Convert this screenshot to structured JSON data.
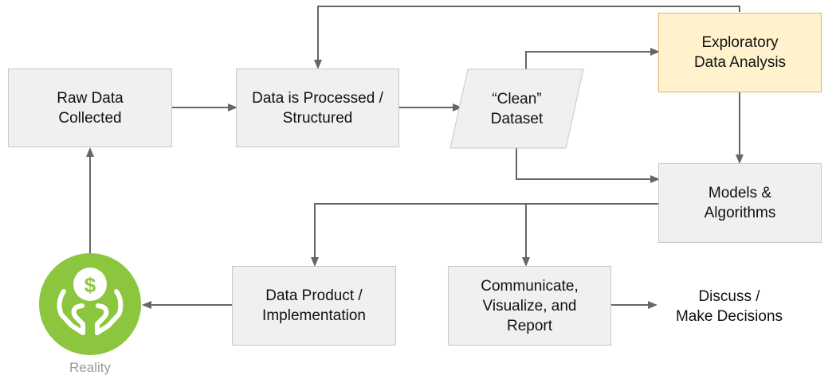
{
  "nodes": {
    "raw_data": "Raw Data\nCollected",
    "processed": "Data is Processed /\nStructured",
    "clean_dataset": "“Clean”\nDataset",
    "eda": "Exploratory\nData Analysis",
    "models": "Models &\nAlgorithms",
    "data_product": "Data Product /\nImplementation",
    "communicate": "Communicate,\nVisualize, and\nReport",
    "discuss": "Discuss /\nMake Decisions"
  },
  "reality": {
    "label": "Reality",
    "icon": "money-hands-icon",
    "glyph": "$"
  },
  "colors": {
    "box_fill": "#f0f0f0",
    "box_border": "#c7c7c7",
    "highlight_fill": "#fff2cc",
    "highlight_border": "#d7b56c",
    "arrow": "#666666",
    "reality_green": "#8cc63f",
    "reality_label": "#9a9a9a"
  }
}
